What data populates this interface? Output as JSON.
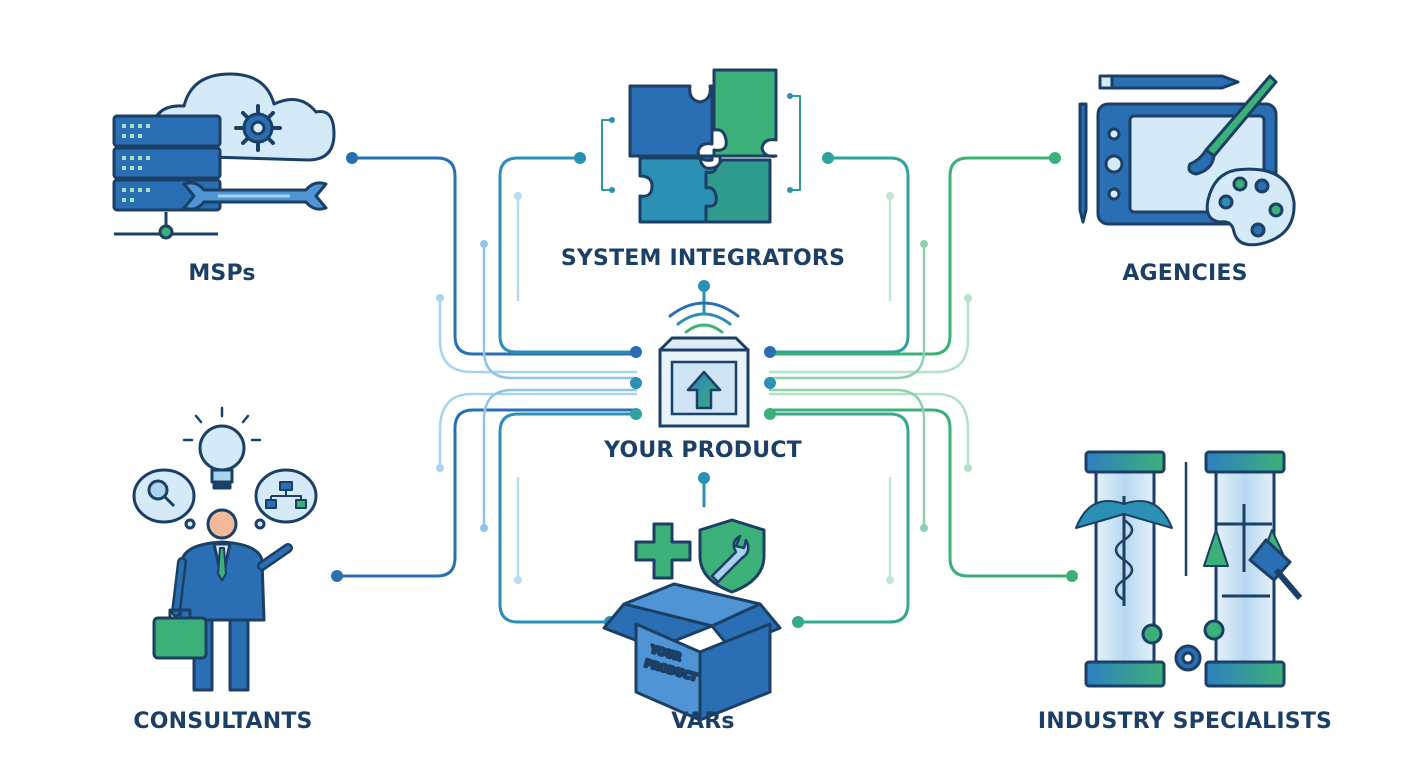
{
  "center": {
    "label": "YOUR PRODUCT",
    "icon": "upload-box-icon"
  },
  "nodes": {
    "msps": {
      "label": "MSPs",
      "icon": "server-cloud-wrench-icon"
    },
    "system_integrators": {
      "label": "SYSTEM INTEGRATORS",
      "icon": "puzzle-icon"
    },
    "agencies": {
      "label": "AGENCIES",
      "icon": "design-tablet-palette-icon"
    },
    "consultants": {
      "label": "CONSULTANTS",
      "icon": "consultant-person-icon"
    },
    "vars": {
      "label": "VARs",
      "icon": "product-box-icon"
    },
    "industry_specialists": {
      "label": "INDUSTRY SPECIALISTS",
      "icon": "pillars-icon"
    }
  },
  "vars_box_text": [
    "YOUR",
    "PRODUCT"
  ],
  "colors": {
    "navy": "#1c3f66",
    "blue": "#2f7fc1",
    "teal": "#2c9aa8",
    "green": "#3bb078",
    "light_blue": "#a9d4ef"
  }
}
